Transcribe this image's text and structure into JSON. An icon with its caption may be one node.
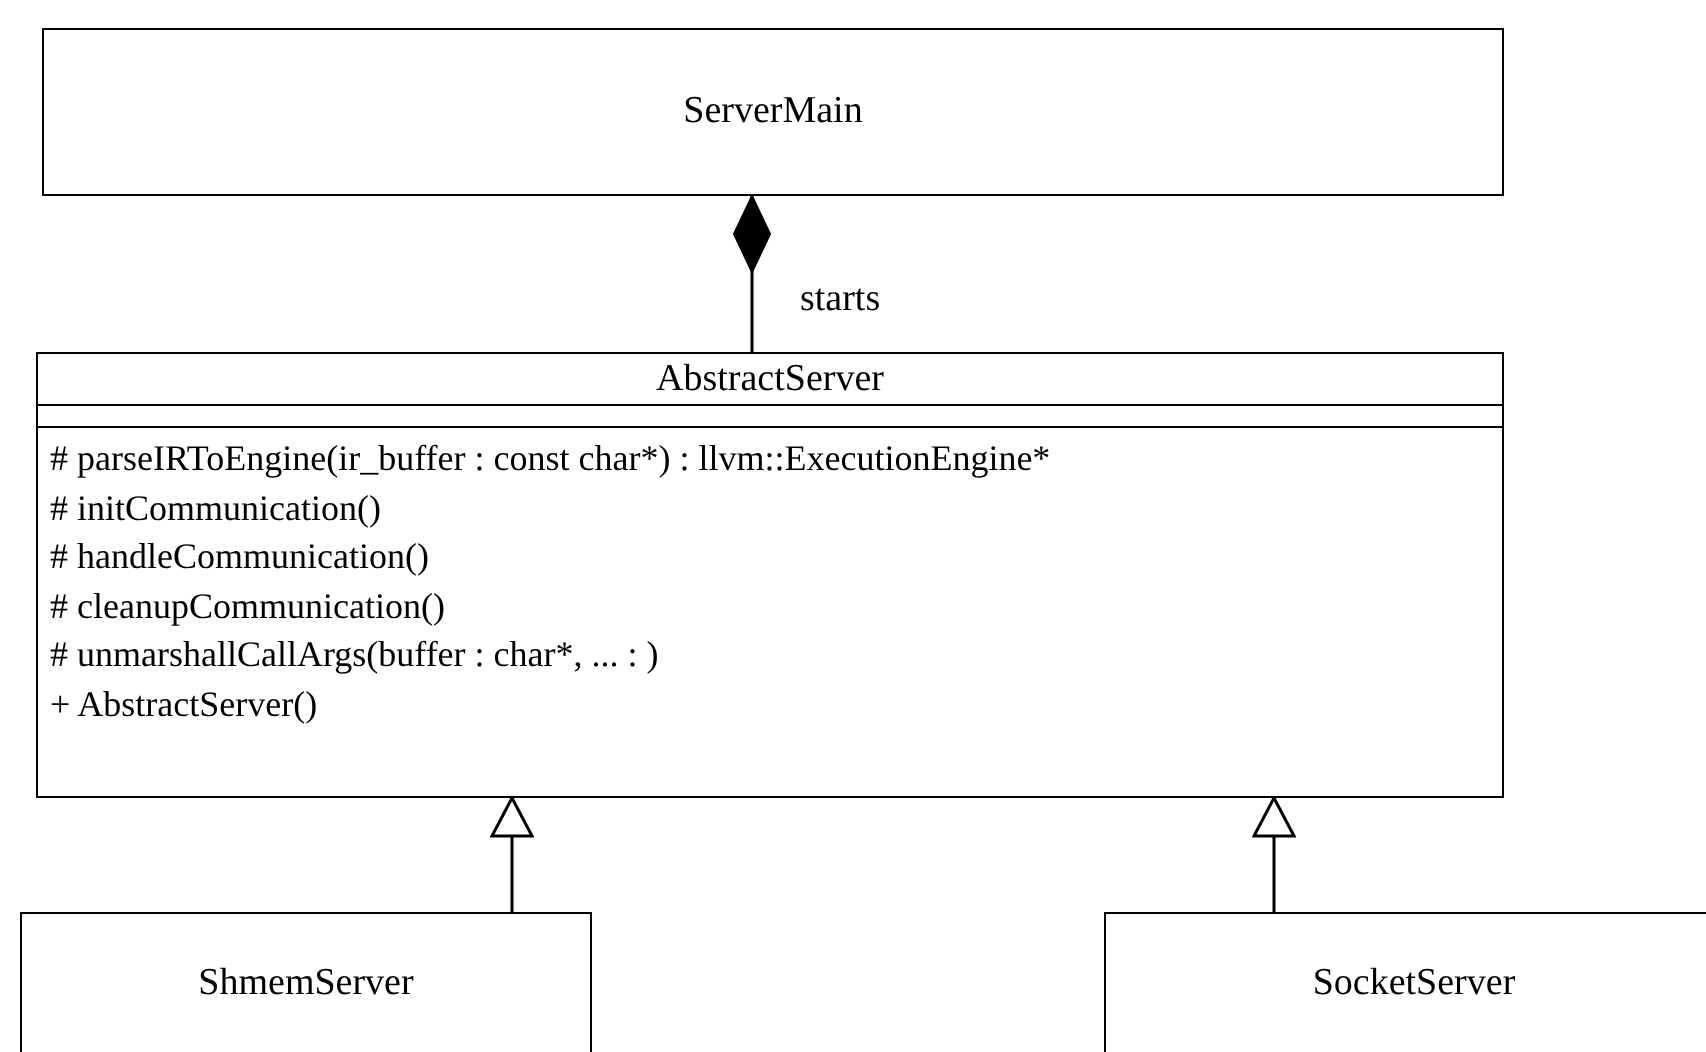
{
  "diagram": {
    "nodes": [
      {
        "text": [
          "ServerMain"
        ]
      },
      {
        "text": [
          "AbstractServer",
          "# parseIRToEngine(ir_buffer : const char*) : llvm::ExecutionEngine*",
          "# initCommunication()",
          "# handleCommunication()",
          "# cleanupCommunication()",
          "# unmarshallCallArgs(buffer : char*, ... : )",
          "+ AbstractServer()"
        ]
      },
      {
        "text": [
          "ShmemServer"
        ]
      },
      {
        "text": [
          "SocketServer"
        ]
      }
    ],
    "edges": [
      {
        "from": 0,
        "to": 1,
        "arrow": "other",
        "label": "starts"
      },
      {
        "from": 2,
        "to": 1,
        "arrow": "to"
      },
      {
        "from": 3,
        "to": 1,
        "arrow": "to"
      }
    ]
  }
}
